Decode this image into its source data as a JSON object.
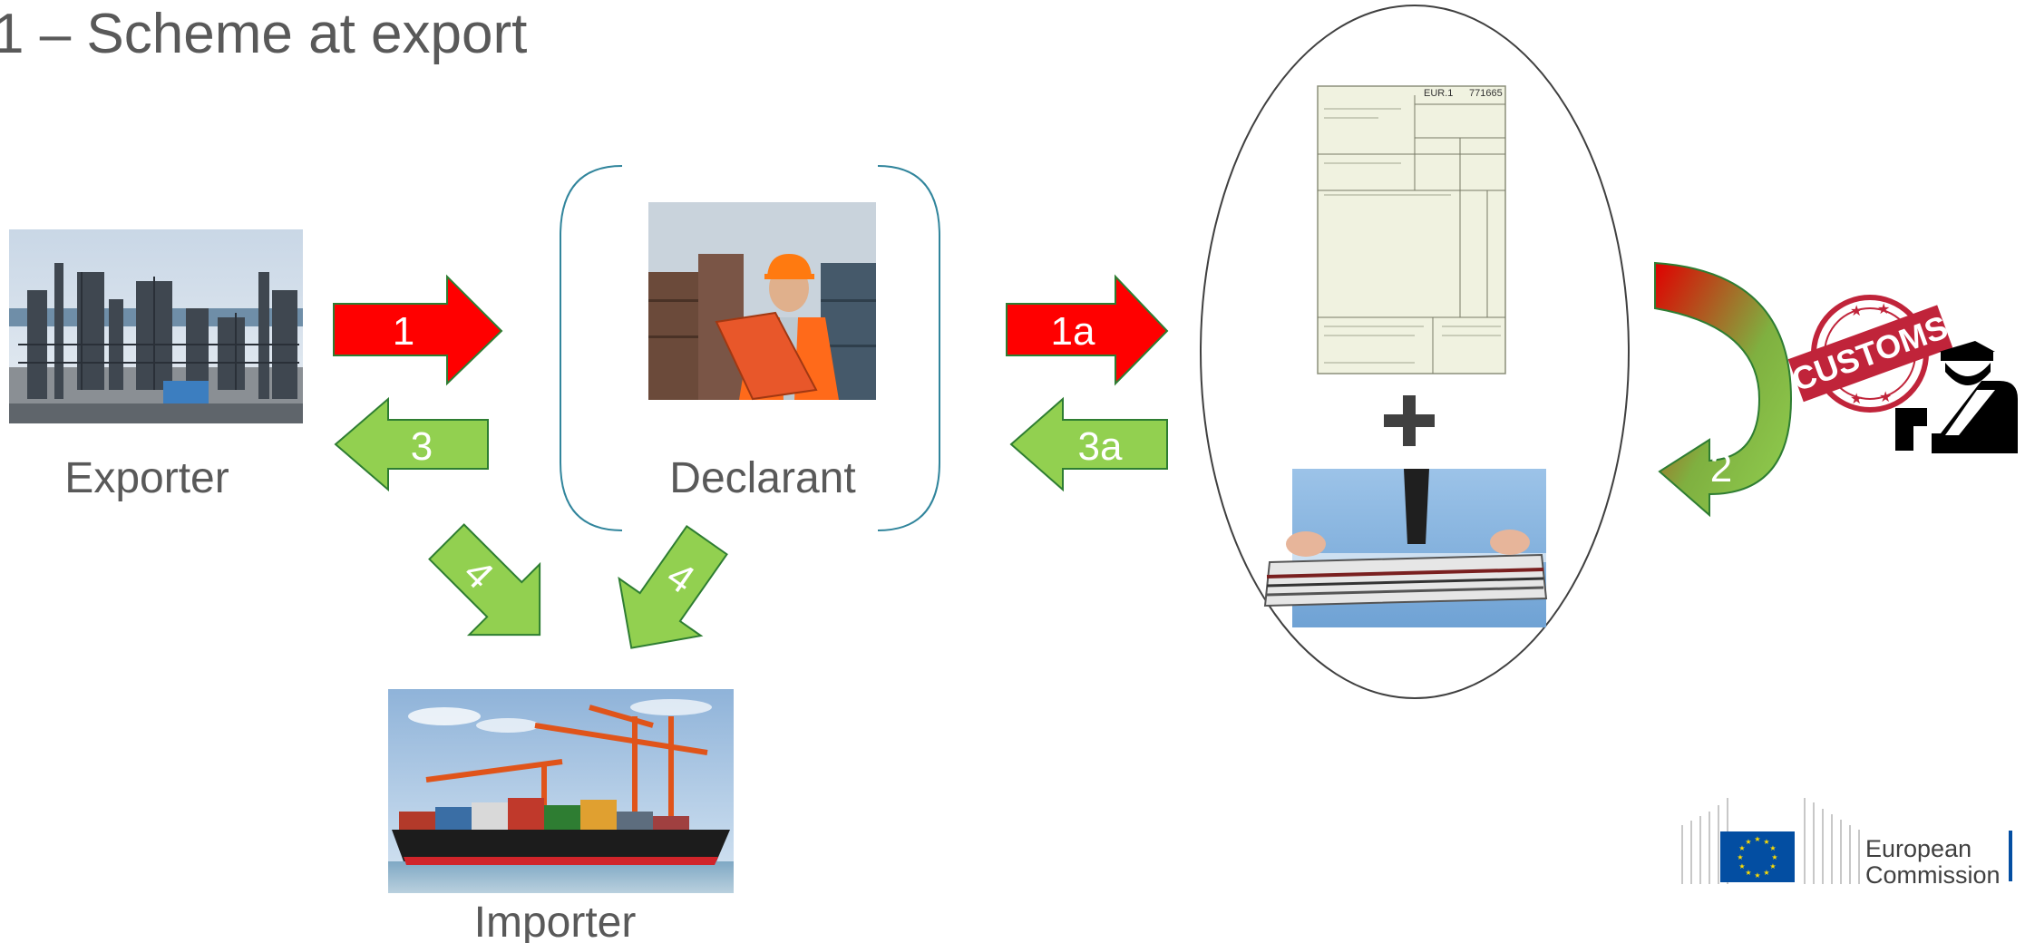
{
  "slide": {
    "title": "1 – Scheme at export"
  },
  "actors": {
    "exporter": "Exporter",
    "declarant": "Declarant",
    "importer": "Importer"
  },
  "arrows": {
    "a1": "1",
    "a1a": "1a",
    "a2": "2",
    "a3": "3",
    "a3a": "3a",
    "a4_left": "4",
    "a4_right": "4"
  },
  "customs": {
    "stamp_text": "CUSTOMS"
  },
  "document": {
    "eur1_header": "EUR.1",
    "eur1_number": "771665"
  },
  "footer": {
    "org_line1": "European",
    "org_line2": "Commission"
  },
  "colors": {
    "red_arrow": "#ff0000",
    "green_arrow": "#92d050",
    "arrow_outline": "#2e7d32",
    "bracket": "#31859c",
    "eu_blue": "#034ea2",
    "eu_yellow": "#ffdd00"
  }
}
